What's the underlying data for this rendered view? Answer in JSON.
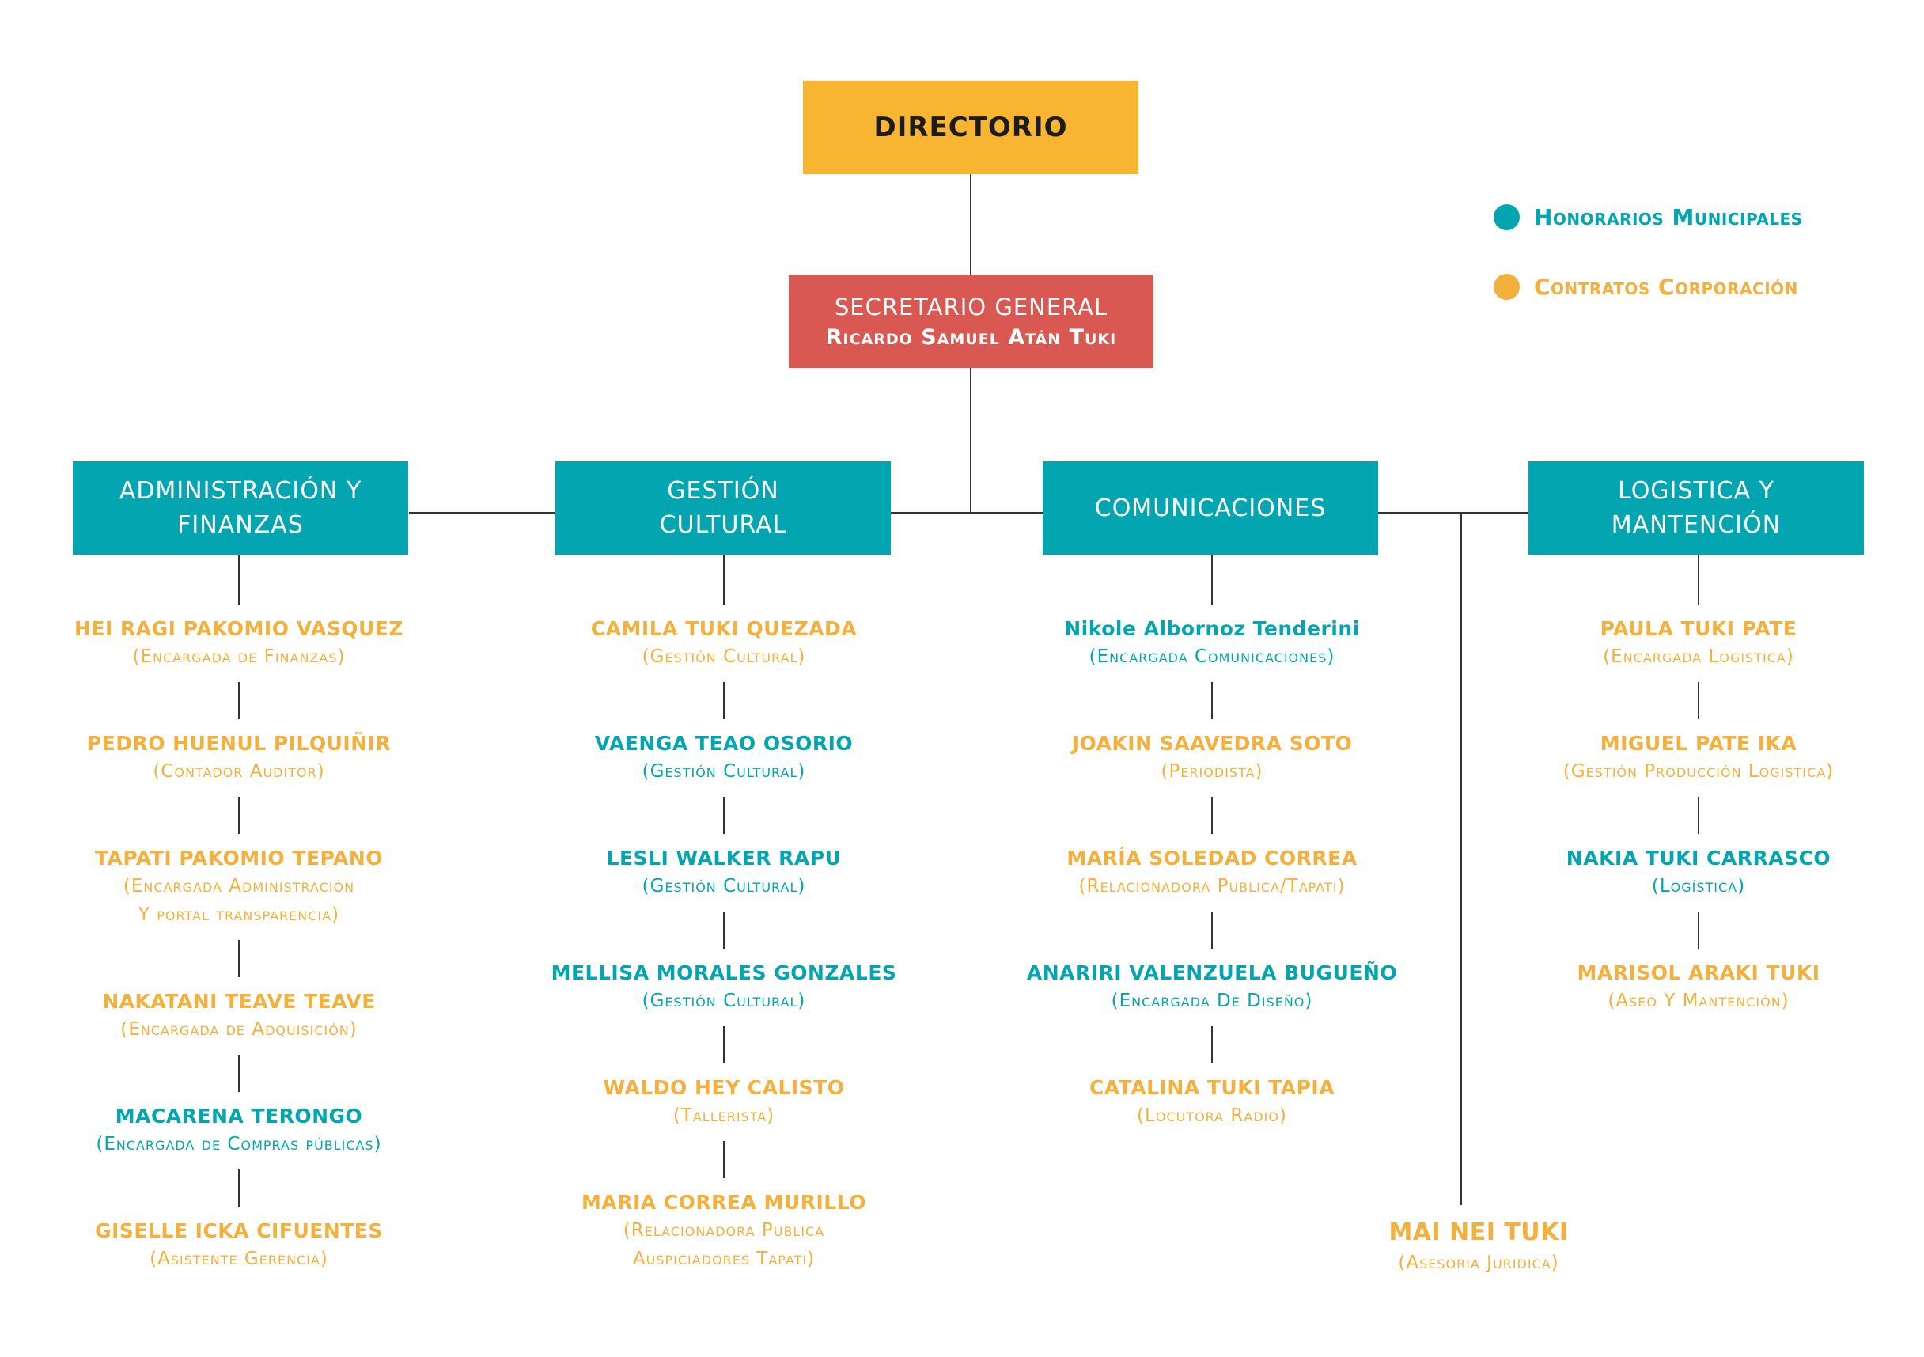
{
  "top": {
    "label": "DIRECTORIO"
  },
  "secretary": {
    "role": "SECRETARIO GENERAL",
    "name": "Ricardo Samuel Atán Tuki"
  },
  "legend": [
    {
      "label": "Honorarios Municipales",
      "color": "#03A5B1"
    },
    {
      "label": "Contratos Corporación",
      "color": "#F4B03C"
    }
  ],
  "departments": [
    {
      "line1": "ADMINISTRACIÓN Y",
      "line2": "FINANZAS",
      "members": [
        {
          "name": "HEI RAGI PAKOMIO VASQUEZ",
          "role1": "(Encargada de Finanzas)",
          "role2": "",
          "type": "contratos"
        },
        {
          "name": "PEDRO HUENUL PILQUIÑIR",
          "role1": "(Contador Auditor)",
          "role2": "",
          "type": "contratos"
        },
        {
          "name": "TAPATI PAKOMIO TEPANO",
          "role1": "(Encargada Administración",
          "role2": "Y portal transparencia)",
          "type": "contratos"
        },
        {
          "name": "NAKATANI TEAVE TEAVE",
          "role1": "(Encargada de Adquisición)",
          "role2": "",
          "type": "contratos"
        },
        {
          "name": "MACARENA TERONGO",
          "role1": "(Encargada de Compras públicas)",
          "role2": "",
          "type": "honorarios"
        },
        {
          "name": "GISELLE ICKA CIFUENTES",
          "role1": "(Asistente Gerencia)",
          "role2": "",
          "type": "contratos"
        }
      ]
    },
    {
      "line1": "GESTIÓN",
      "line2": "CULTURAL",
      "members": [
        {
          "name": "CAMILA TUKI QUEZADA",
          "role1": "(Gestión Cultural)",
          "role2": "",
          "type": "contratos"
        },
        {
          "name": "VAENGA TEAO OSORIO",
          "role1": "(Gestión Cultural)",
          "role2": "",
          "type": "honorarios"
        },
        {
          "name": "LESLI WALKER RAPU",
          "role1": "(Gestión Cultural)",
          "role2": "",
          "type": "honorarios"
        },
        {
          "name": "MELLISA MORALES GONZALES",
          "role1": "(Gestión Cultural)",
          "role2": "",
          "type": "honorarios"
        },
        {
          "name": "WALDO HEY CALISTO",
          "role1": "(Tallerista)",
          "role2": "",
          "type": "contratos"
        },
        {
          "name": "MARIA CORREA MURILLO",
          "role1": "(Relacionadora Publica",
          "role2": "Auspiciadores Tapati)",
          "type": "contratos"
        }
      ]
    },
    {
      "line1": "COMUNICACIONES",
      "line2": "",
      "members": [
        {
          "name": "Nikole Albornoz Tenderini",
          "role1": "(Encargada Comunicaciones)",
          "role2": "",
          "type": "honorarios"
        },
        {
          "name": "JOAKIN SAAVEDRA SOTO",
          "role1": "(Periodista)",
          "role2": "",
          "type": "contratos"
        },
        {
          "name": "MARÍA SOLEDAD CORREA",
          "role1": "(Relacionadora Publica/Tapati)",
          "role2": "",
          "type": "contratos"
        },
        {
          "name": "ANARIRI VALENZUELA BUGUEÑO",
          "role1": "(Encargada De Diseño)",
          "role2": "",
          "type": "honorarios"
        },
        {
          "name": "CATALINA TUKI TAPIA",
          "role1": "(Locutora Radio)",
          "role2": "",
          "type": "contratos"
        }
      ]
    },
    {
      "line1": "LOGISTICA Y",
      "line2": "MANTENCIÓN",
      "members": [
        {
          "name": "PAULA TUKI PATE",
          "role1": "(Encargada Logistica)",
          "role2": "",
          "type": "contratos"
        },
        {
          "name": "MIGUEL PATE IKA",
          "role1": "(Gestión Producción Logistica)",
          "role2": "",
          "type": "contratos"
        },
        {
          "name": "NAKIA TUKI CARRASCO",
          "role1": "(Logística)",
          "role2": "",
          "type": "honorarios"
        },
        {
          "name": "MARISOL ARAKI TUKI",
          "role1": "(Aseo Y Mantención)",
          "role2": "",
          "type": "contratos"
        }
      ]
    }
  ],
  "advisor": {
    "name": "MAI NEI TUKI",
    "role": "(Asesoria Juridica)",
    "type": "contratos"
  }
}
